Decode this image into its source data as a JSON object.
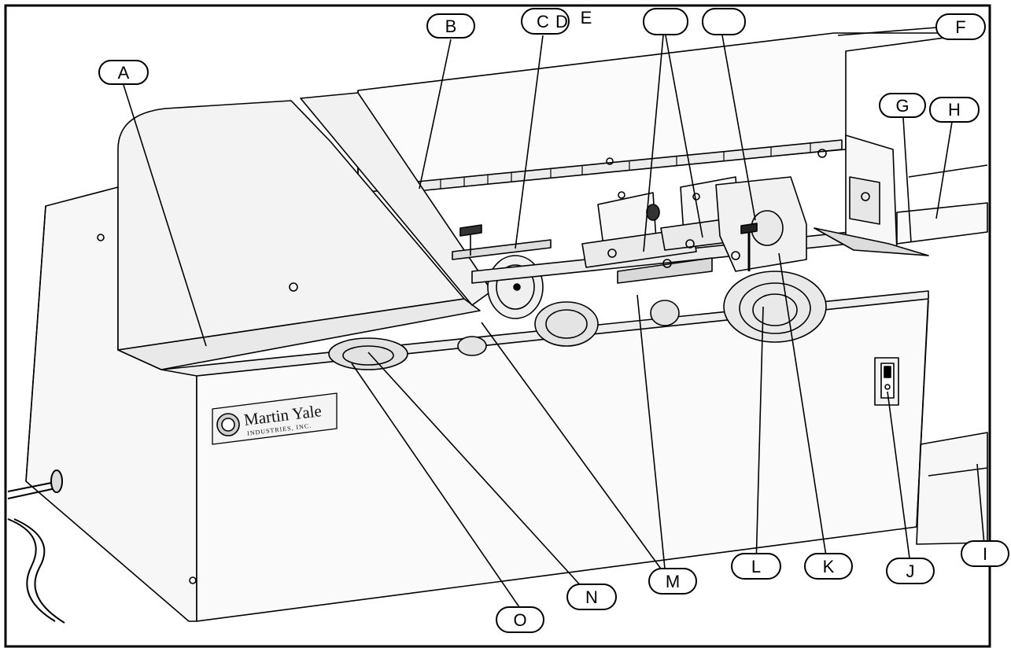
{
  "diagram": {
    "callouts": {
      "A": "A",
      "B": "B",
      "C": "C",
      "D": "D",
      "E": "E",
      "F": "F",
      "G": "G",
      "H": "H",
      "I": "I",
      "J": "J",
      "K": "K",
      "L": "L",
      "M": "M",
      "N": "N",
      "O": "O",
      "blank_1": "",
      "blank_2": ""
    },
    "logo": {
      "name": "Martin Yale",
      "tagline": "INDUSTRIES, INC."
    }
  },
  "colors": {
    "line": "#000000",
    "background": "#ffffff",
    "shade": "#e6e6e6",
    "shade_dark": "#bdbdbd"
  }
}
